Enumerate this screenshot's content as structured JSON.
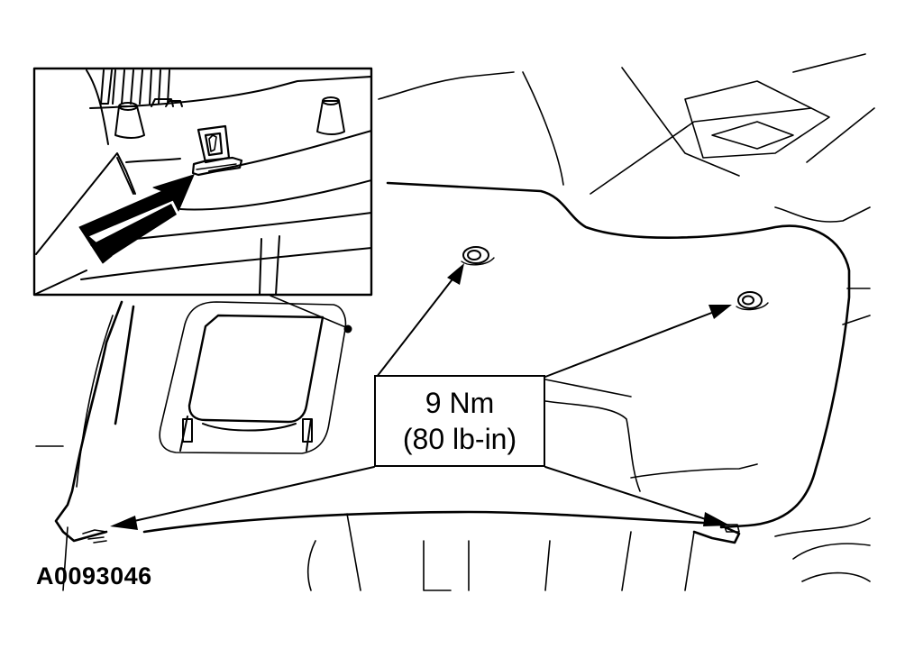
{
  "diagram": {
    "torque_spec": {
      "metric": "9 Nm",
      "imperial": "(80 lb-in)"
    },
    "figure_id": "A0093046",
    "icons": [
      "fastener-hole-icon",
      "retaining-clip-icon",
      "pointer-arrow-icon"
    ]
  }
}
